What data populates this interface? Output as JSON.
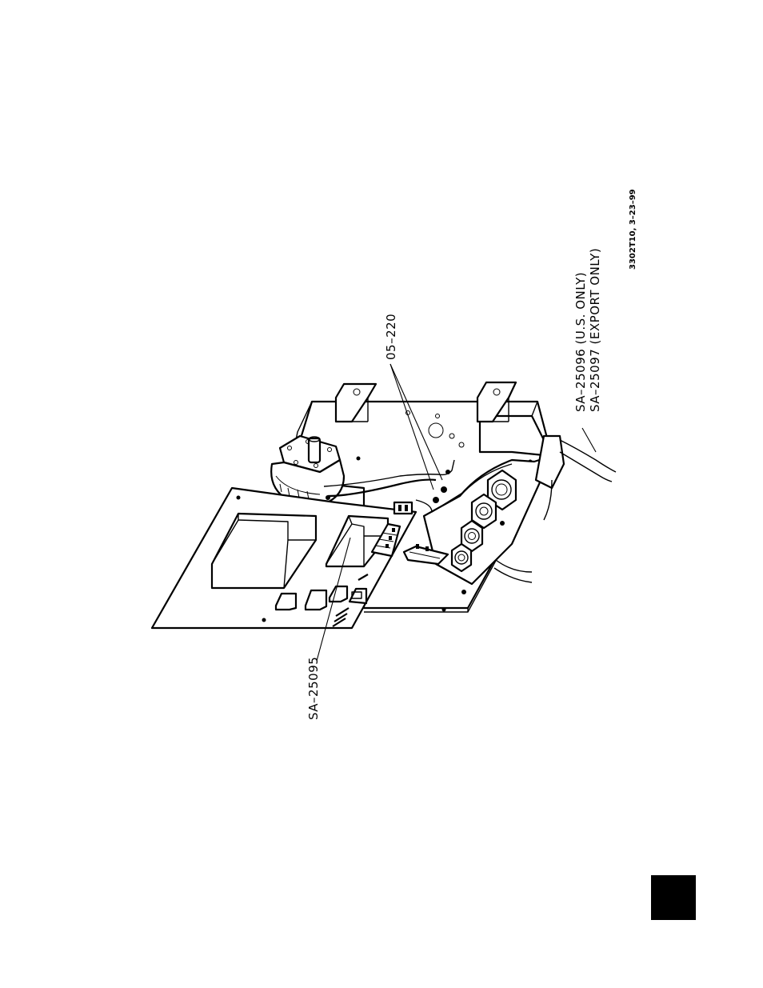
{
  "labels": {
    "part_05_220": "05–220",
    "part_sa_25095": "SA–25095",
    "part_sa_25096": "SA–25096  (U.S. ONLY)",
    "part_sa_25097": "SA–25097  (EXPORT ONLY)",
    "drawing_id": "3302T10, 3–23–99"
  },
  "colors": {
    "ink": "#000000",
    "paper": "#ffffff"
  }
}
